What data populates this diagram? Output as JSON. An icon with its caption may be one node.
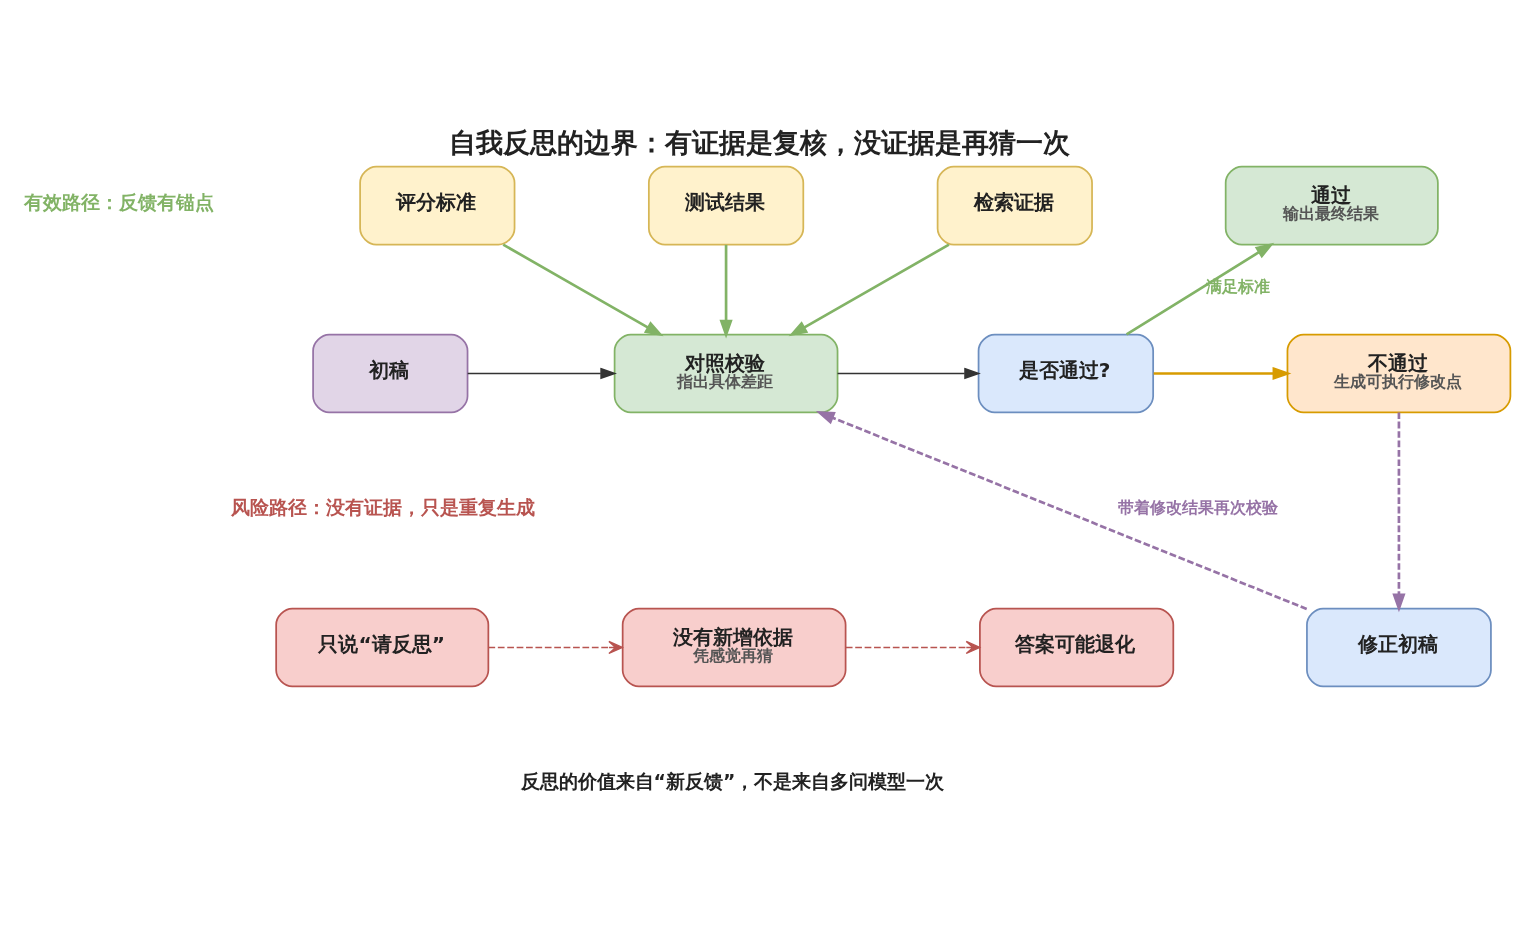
{
  "diagram": {
    "title": "自我反思的边界：有证据是复核，没证据是再猜一次",
    "caption": "反思的价值来自“新反馈”，不是来自多问模型一次",
    "nodes": [
      {
        "text": [
          "评分标准"
        ]
      },
      {
        "text": [
          "测试结果"
        ]
      },
      {
        "text": [
          "检索证据"
        ]
      },
      {
        "text": [
          "通过",
          "输出最终结果"
        ]
      },
      {
        "text": [
          "初稿"
        ]
      },
      {
        "text": [
          "对照校验",
          "指出具体差距"
        ]
      },
      {
        "text": [
          "是否通过?"
        ]
      },
      {
        "text": [
          "不通过",
          "生成可执行修改点"
        ]
      },
      {
        "text": [
          "修正初稿"
        ]
      },
      {
        "text": [
          "只说“请反思”"
        ]
      },
      {
        "text": [
          "没有新增依据",
          "凭感觉再猜"
        ]
      },
      {
        "text": [
          "答案可能退化"
        ]
      }
    ],
    "edges": [
      {
        "from": 0,
        "to": 5,
        "arrow": "to"
      },
      {
        "from": 1,
        "to": 5,
        "arrow": "to"
      },
      {
        "from": 2,
        "to": 5,
        "arrow": "to"
      },
      {
        "from": 4,
        "to": 5,
        "arrow": "to",
        "color": "#333333"
      },
      {
        "from": 5,
        "to": 6,
        "arrow": "to",
        "color": "#333333"
      },
      {
        "from": 6,
        "to": 3,
        "arrow": "to",
        "label": "满足标准"
      },
      {
        "from": 6,
        "to": 7,
        "arrow": "to",
        "color": "#d79b00"
      },
      {
        "from": 7,
        "to": 8,
        "arrow": "to",
        "style": "dashed",
        "color": "#9673a6"
      },
      {
        "from": 8,
        "to": 5,
        "arrow": "to",
        "style": "dashed",
        "color": "#9673a6",
        "label": "带着修改结果再次校验"
      },
      {
        "from": 9,
        "to": 10,
        "arrow": "to",
        "style": "dashed",
        "color": "#b85450"
      },
      {
        "from": 10,
        "to": 11,
        "arrow": "to",
        "style": "dashed",
        "color": "#b85450"
      }
    ],
    "labels": [
      "有效路径：反馈有锚点",
      "风险路径：没有证据，只是重复生成"
    ]
  }
}
